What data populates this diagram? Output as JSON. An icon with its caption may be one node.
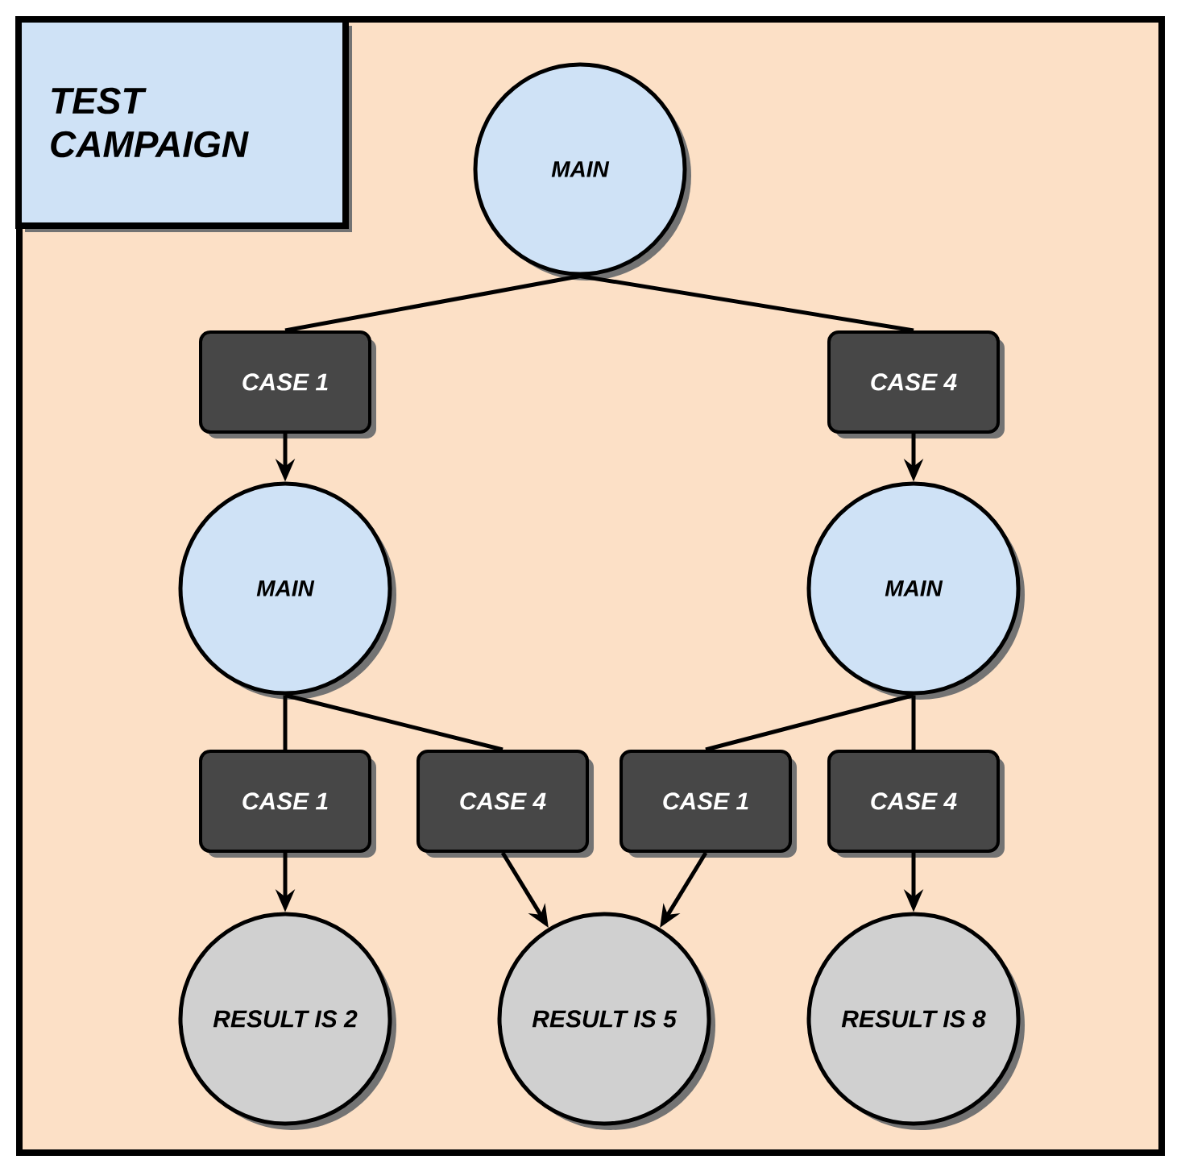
{
  "diagram": {
    "nodes": [
      {
        "text": [
          "TEST CAMPAIGN"
        ]
      },
      {
        "text": [
          "MAIN"
        ]
      },
      {
        "text": [
          "CASE 1"
        ]
      },
      {
        "text": [
          "CASE 4"
        ]
      },
      {
        "text": [
          "MAIN"
        ]
      },
      {
        "text": [
          "MAIN"
        ]
      },
      {
        "text": [
          "CASE 1"
        ]
      },
      {
        "text": [
          "CASE 4"
        ]
      },
      {
        "text": [
          "CASE 1"
        ]
      },
      {
        "text": [
          "CASE 4"
        ]
      },
      {
        "text": [
          "RESULT IS 2"
        ]
      },
      {
        "text": [
          "RESULT IS 5"
        ]
      },
      {
        "text": [
          "RESULT IS 8"
        ]
      }
    ],
    "edges": [
      {
        "from": 1,
        "to": 2,
        "arrow": "none"
      },
      {
        "from": 2,
        "to": 4,
        "arrow": "to"
      },
      {
        "from": 1,
        "to": 3,
        "arrow": "none"
      },
      {
        "from": 3,
        "to": 5,
        "arrow": "to"
      },
      {
        "from": 4,
        "to": 6,
        "arrow": "none"
      },
      {
        "from": 6,
        "to": 10,
        "arrow": "to"
      },
      {
        "from": 4,
        "to": 7,
        "arrow": "none"
      },
      {
        "from": 7,
        "to": 11,
        "arrow": "to"
      },
      {
        "from": 5,
        "to": 8,
        "arrow": "none"
      },
      {
        "from": 8,
        "to": 11,
        "arrow": "to"
      },
      {
        "from": 5,
        "to": 9,
        "arrow": "none"
      },
      {
        "from": 9,
        "to": 12,
        "arrow": "to"
      }
    ]
  }
}
